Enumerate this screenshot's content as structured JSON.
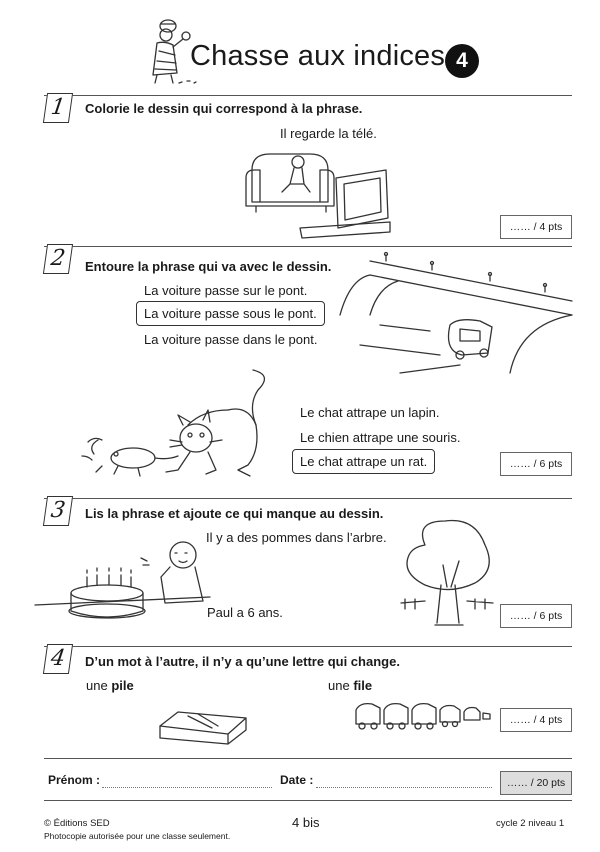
{
  "header": {
    "title": "Chasse aux indices",
    "number": "4"
  },
  "sections": [
    {
      "num": "1",
      "instruction": "Colorie le dessin qui correspond à la phrase.",
      "sentence": "Il regarde la télé.",
      "score": "…… / 4 pts"
    },
    {
      "num": "2",
      "instruction": "Entoure la phrase qui va avec le dessin.",
      "group_a": [
        "La voiture passe sur le pont.",
        "La voiture passe sous le pont.",
        "La voiture passe dans le pont."
      ],
      "group_b": [
        "Le chat attrape un lapin.",
        "Le chien attrape une souris.",
        "Le chat attrape un rat."
      ],
      "score": "…… / 6 pts"
    },
    {
      "num": "3",
      "instruction": "Lis la phrase et ajoute ce qui manque au dessin.",
      "sentence_a": "Il y a des pommes dans l’arbre.",
      "sentence_b": "Paul a 6 ans.",
      "score": "…… / 6 pts"
    },
    {
      "num": "4",
      "instruction": "D’un mot à l’autre, il n’y a qu’une lettre qui change.",
      "word_a_article": "une",
      "word_a": "pile",
      "word_b_article": "une",
      "word_b": "file",
      "score": "…… / 4 pts"
    }
  ],
  "footer": {
    "prenom_label": "Prénom :",
    "date_label": "Date :",
    "total": "…… / 20 pts",
    "copyright": "© Éditions SED",
    "note": "Photocopie autorisée pour une classe seulement.",
    "page": "4 bis",
    "level": "cycle 2 niveau 1"
  }
}
